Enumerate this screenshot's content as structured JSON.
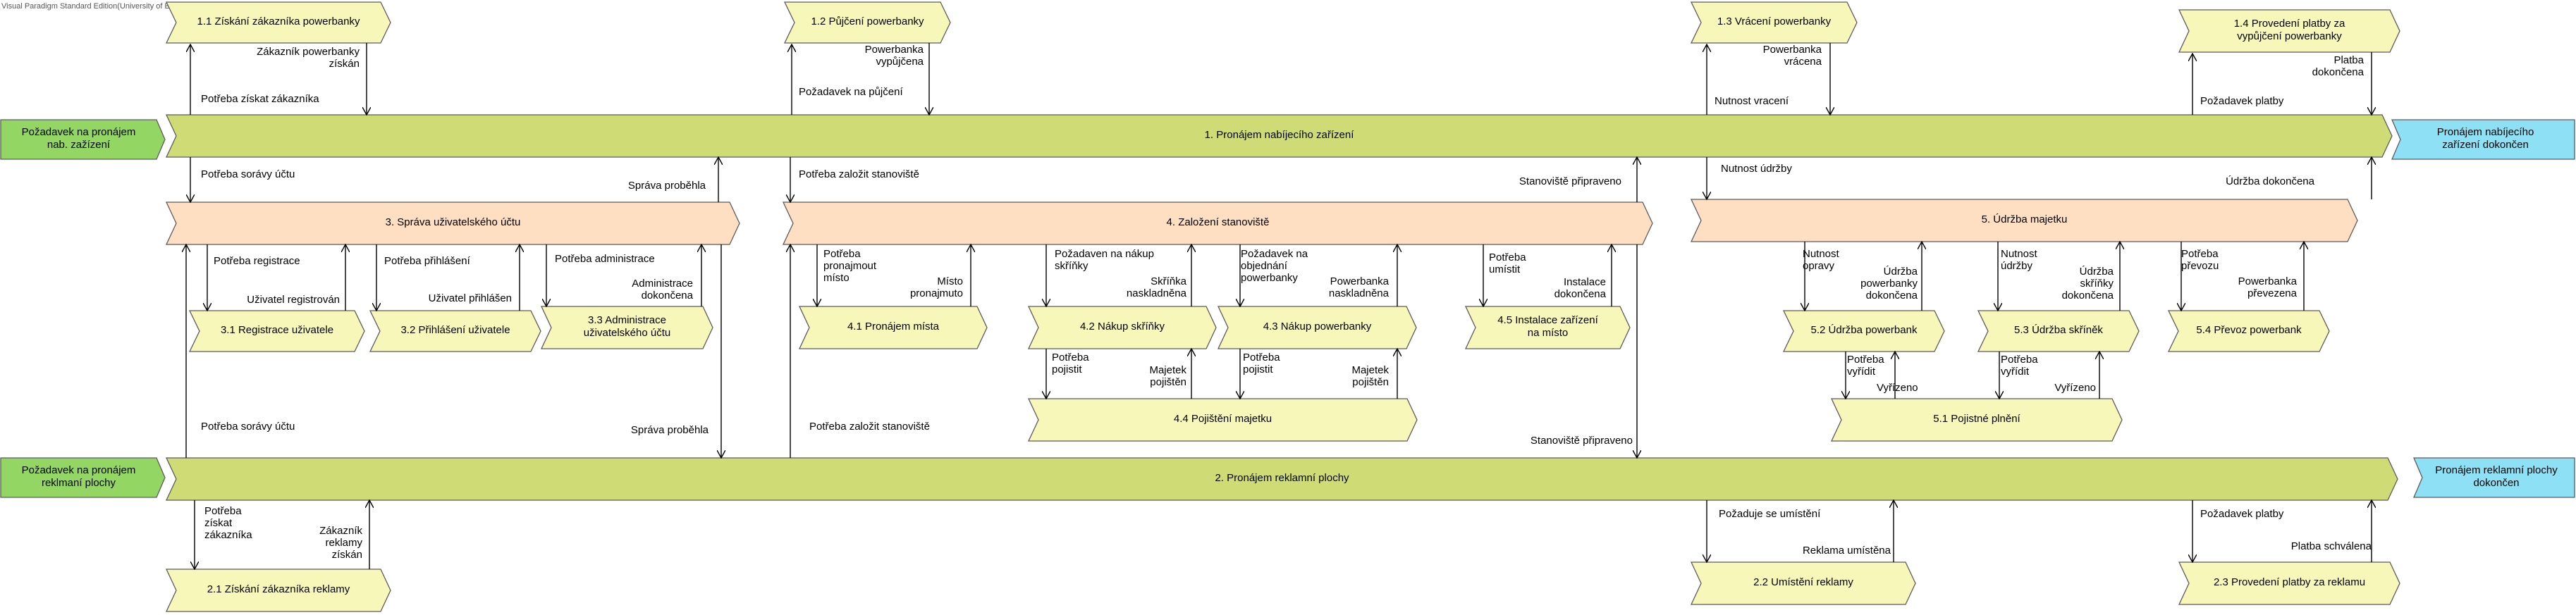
{
  "watermark": "Visual Paradigm Standard Edition(University of Economics, Prague)",
  "colors": {
    "process_green": "#cfdc76",
    "subprocess_orange": "#ffdfc2",
    "task_yellow": "#f8f7ba",
    "event_start_green": "#93d663",
    "event_end_blue": "#8ee0f5",
    "stroke": "#5b5b5b"
  },
  "events": {
    "start1": "Požadavek na pronájem nab. zažízení",
    "end1": "Pronájem nabíjecího zařízení dokončen",
    "start2": "Požadavek na pronájem reklmaní plochy",
    "end2": "Pronájem reklamní plochy dokončen"
  },
  "main_processes": {
    "p1": "1. Pronájem nabíjecího zařízení",
    "p2": "2. Pronájem reklamní plochy"
  },
  "subprocesses": {
    "s3": "3. Správa uživatelského účtu",
    "s4": "4. Založení stanoviště",
    "s5": "5. Údržba majetku"
  },
  "tasks": {
    "t11": "1.1 Získání zákazníka powerbanky",
    "t12": "1.2 Půjčení powerbanky",
    "t13": "1.3 Vrácení powerbanky",
    "t14": "1.4 Provedení platby za vypůjčení powerbanky",
    "t31": "3.1 Registrace uživatele",
    "t32": "3.2 Přihlášení uživatele",
    "t33": "3.3 Administrace uživatelského účtu",
    "t41": "4.1 Pronájem místa",
    "t42": "4.2 Nákup skříňky",
    "t43": "4.3 Nákup powerbanky",
    "t44": "4.4 Pojištění majetku",
    "t45": "4.5 Instalace zařízení na místo",
    "t52": "5.2 Údržba powerbank",
    "t53": "5.3 Údržba skříněk",
    "t54": "5.4 Převoz powerbank",
    "t51": "5.1 Pojistné plnění",
    "t21": "2.1 Získání zákazníka reklamy",
    "t22": "2.2 Umístění reklamy",
    "t23": "2.3 Provedení platby za reklamu"
  },
  "flows": {
    "f11_req": "Potřeba získat zákazníka",
    "f11_res": "Zákazník powerbanky získán",
    "f12_req": "Požadavek na půjčení",
    "f12_res": "Powerbanka vypůjčena",
    "f13_req": "Nutnost vracení",
    "f13_res": "Powerbanka vrácena",
    "f14_req": "Požadavek platby",
    "f14_res": "Platba dokončena",
    "f3_req": "Potřeba sorávy účtu",
    "f3_res": "Správa proběhla",
    "f4_req": "Potřeba založit stanoviště",
    "f4_res": "Stanoviště připraveno",
    "f5_req": "Nutnost údržby",
    "f5_res": "Údržba dokončena",
    "f31_req": "Potřeba registrace",
    "f31_res": "Uživatel registrován",
    "f32_req": "Potřeba přihlášení",
    "f32_res": "Uživatel přihlášen",
    "f33_req": "Potřeba administrace",
    "f33_res": "Administrace dokončena",
    "f41_req": "Potřeba pronajmout místo",
    "f41_res": "Místo pronajmuto",
    "f42_req": "Požadaven na nákup skříňky",
    "f42_res": "Skříňka naskladněna",
    "f43_req": "Požadavek na objednání powerbanky",
    "f43_res": "Powerbanka naskladněna",
    "f45_req": "Potřeba umístit",
    "f45_res": "Instalace dokončena",
    "f44a_req": "Potřeba pojistit",
    "f44a_res": "Majetek pojištěn",
    "f44b_req": "Potřeba pojistit",
    "f44b_res": "Majetek pojištěn",
    "f52_req": "Nutnost opravy",
    "f52_res": "Údržba powerbanky dokončena",
    "f53_req": "Nutnost údržby",
    "f53_res": "Údržba skříňky dokončena",
    "f54_req": "Potřeba převozu",
    "f54_res": "Powerbanka převezena",
    "f51a_req": "Potřeba vyřídit",
    "f51a_res": "Vyřízeno",
    "f51b_req": "Potřeba vyřídit",
    "f51b_res": "Vyřízeno",
    "f3b_req": "Potřeba sorávy účtu",
    "f3b_res": "Správa proběhla",
    "f4b_req": "Potřeba založit stanoviště",
    "f4b_res": "Stanoviště připraveno",
    "f21_req": "Potřeba získat zákazníka",
    "f21_res": "Zákazník reklamy získán",
    "f22_req": "Požaduje se umístění",
    "f22_res": "Reklama umístěna",
    "f23_req": "Požadavek platby",
    "f23_res": "Platba schválena"
  }
}
